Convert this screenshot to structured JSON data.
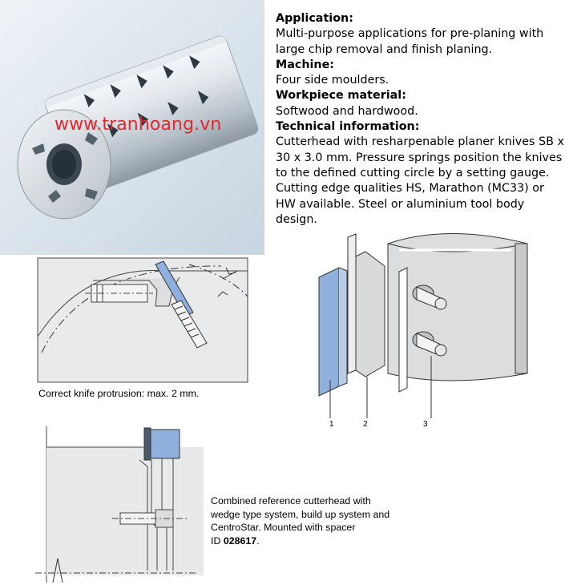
{
  "watermark": "www.tranhoang.vn",
  "specs": {
    "application_heading": "Application:",
    "application_text": "Multi-purpose applications for pre-planing with large chip removal and finish planing.",
    "machine_heading": "Machine:",
    "machine_text": "Four side moulders.",
    "workpiece_heading": "Workpiece material:",
    "workpiece_text": "Softwood and hardwood.",
    "technical_heading": "Technical information:",
    "technical_text": "Cutterhead with resharpenable planer knives SB x 30 x 3.0 mm. Pressure springs position the knives to the defined cutting circle by a setting gauge. Cutting edge qualities HS, Marathon (MC33) or HW available. Steel or aluminium tool body design."
  },
  "captions": {
    "protrusion": "Correct knife protrusion: max. 2 mm.",
    "combined_line1": "Combined reference cutterhead with",
    "combined_line2": "wedge type system, build up system and",
    "combined_line3": "CentroStar. Mounted with spacer",
    "combined_id_prefix": "ID ",
    "combined_id": "028617",
    "combined_id_suffix": "."
  },
  "callouts": [
    "1",
    "2",
    "3"
  ],
  "colors": {
    "knife_blue": "#8fb0dc",
    "photo_bg": "#d6e3ec",
    "watermark_red": "#e6262a",
    "line_gray": "#444444"
  },
  "icons": [
    "cutterhead-photo",
    "knife-protrusion-diagram",
    "exploded-knife-diagram",
    "combined-cutterhead-diagram"
  ]
}
